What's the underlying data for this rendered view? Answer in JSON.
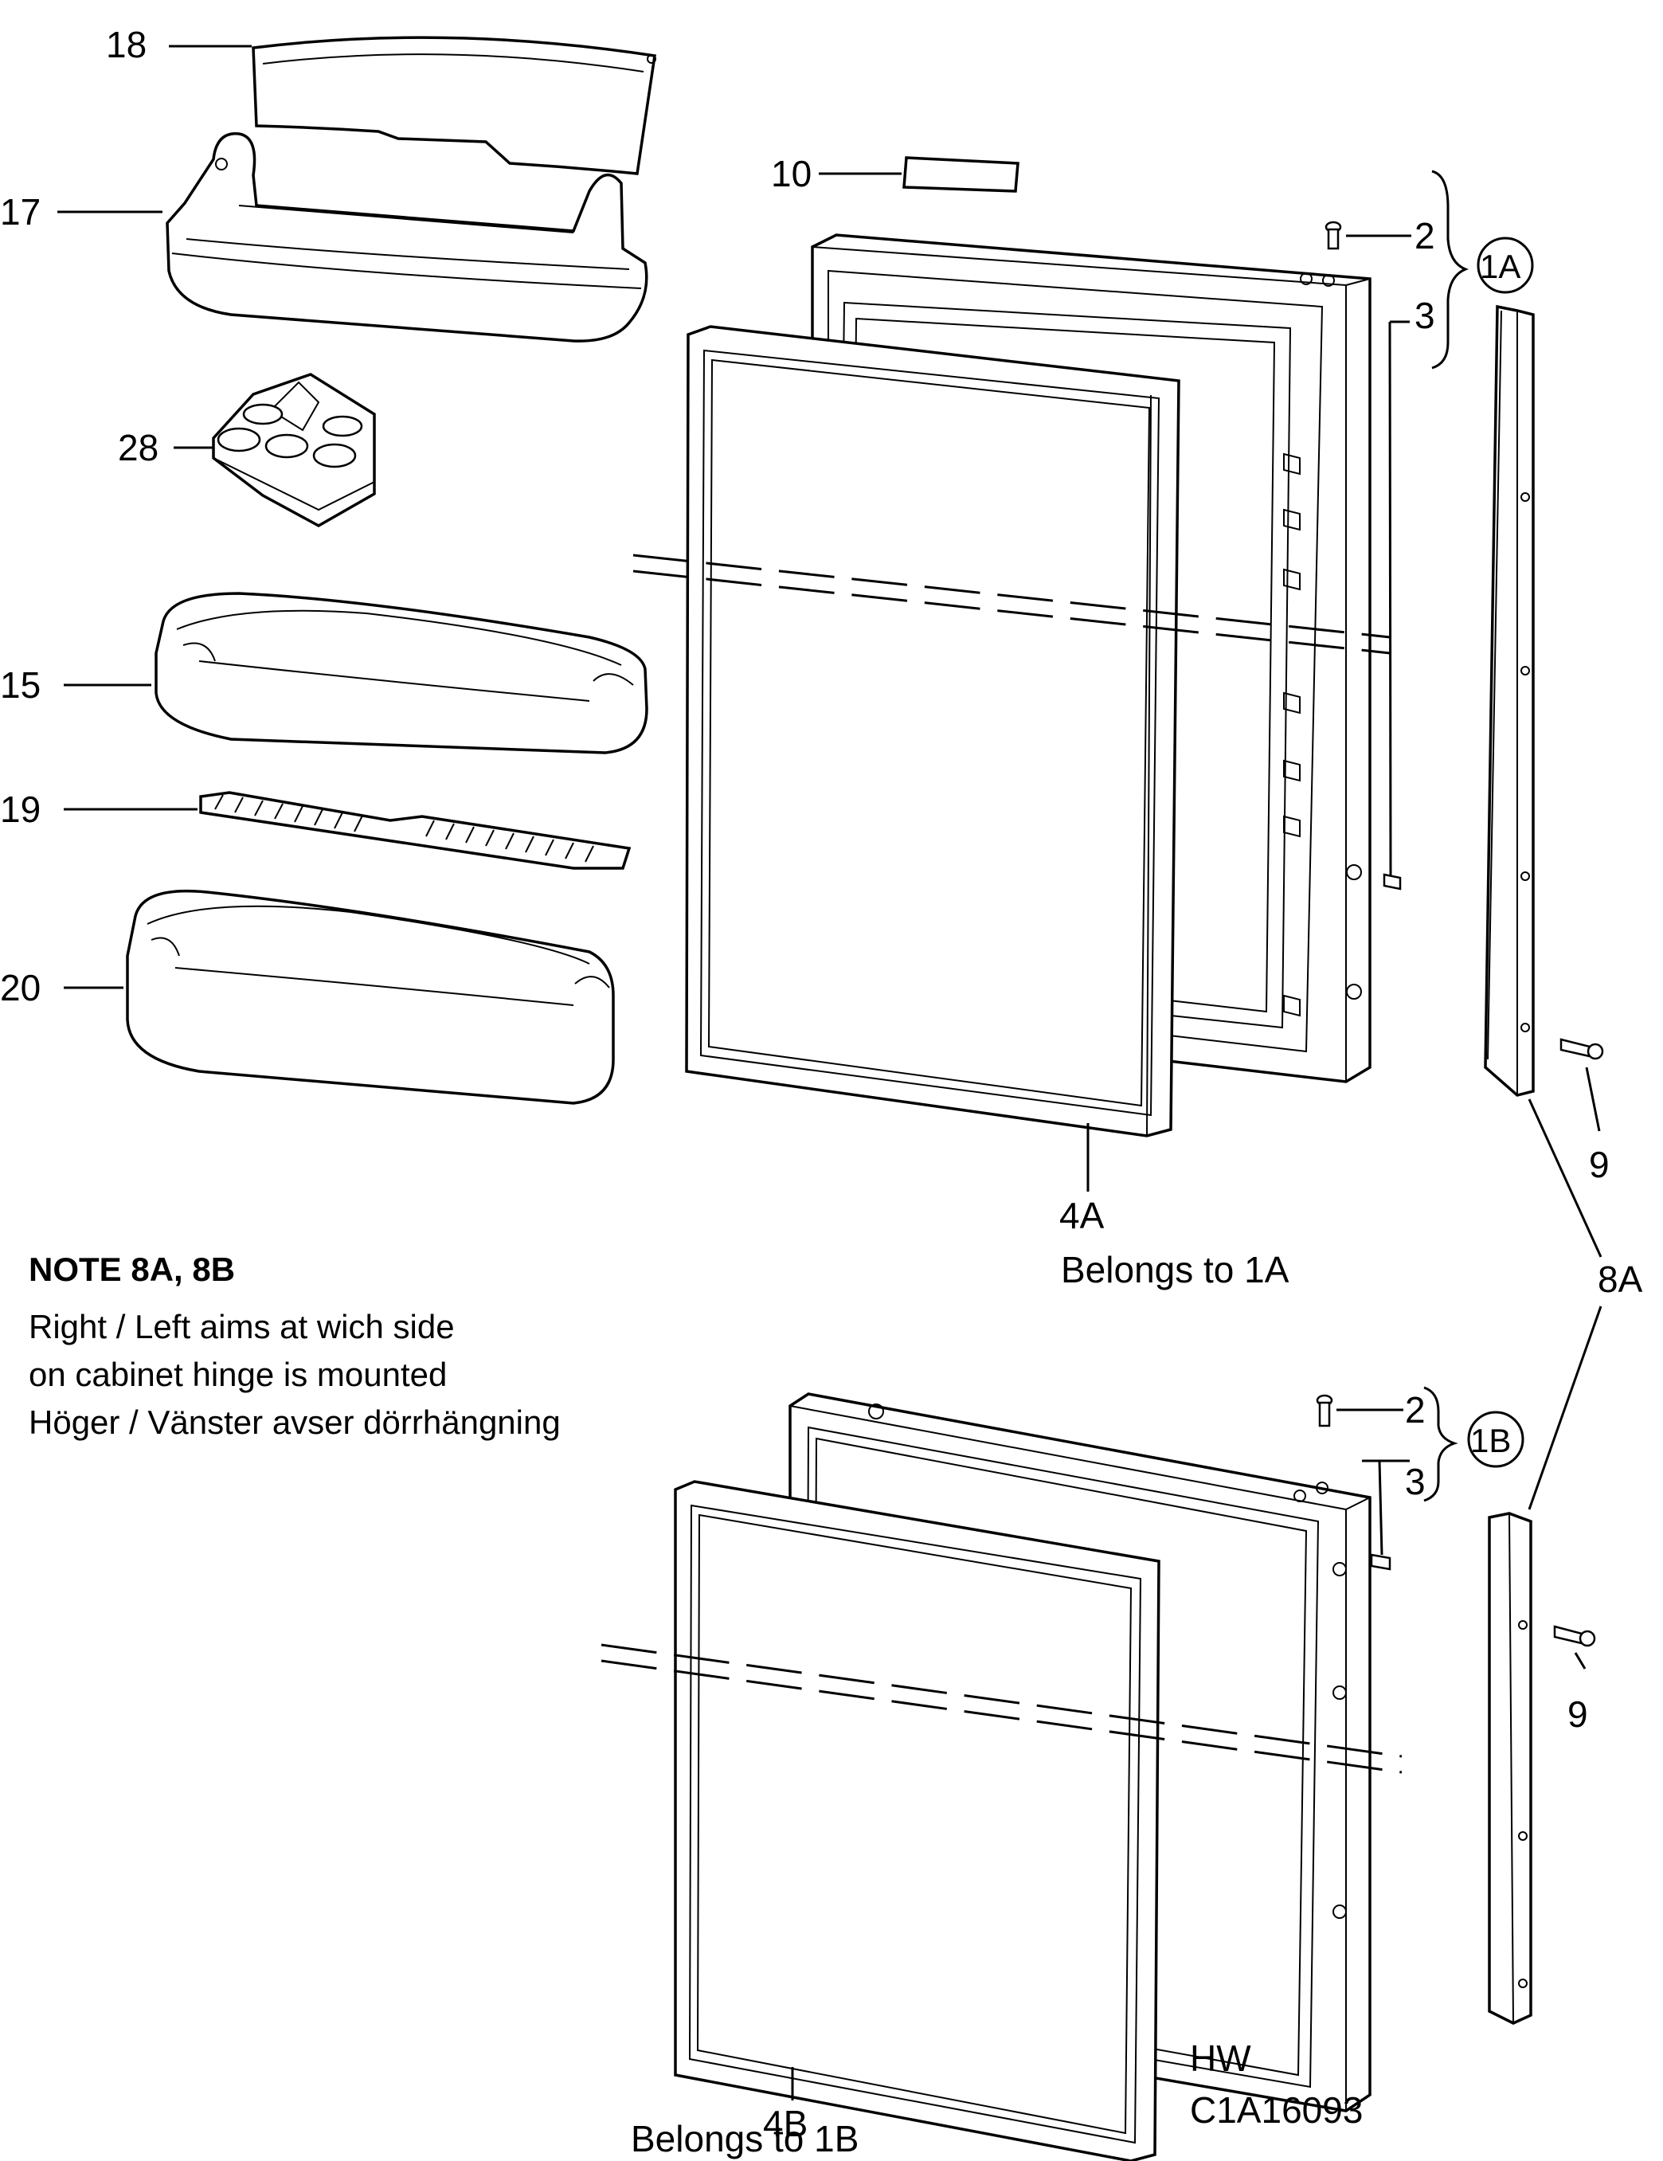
{
  "callouts": {
    "c18": "18",
    "c17": "17",
    "c28": "28",
    "c15": "15",
    "c19": "19",
    "c20": "20",
    "c10": "10",
    "c2a": "2",
    "c3a": "3",
    "c1a": "1A",
    "c9a": "9",
    "c4a": "4A",
    "c4a_note": "Belongs to 1A",
    "c8a": "8A",
    "c2b": "2",
    "c3b": "3",
    "c1b": "1B",
    "c9b": "9",
    "c4b": "4B",
    "c4b_note": "Belongs to 1B"
  },
  "note": {
    "title": "NOTE 8A, 8B",
    "line1": "Right / Left aims at wich side",
    "line2": "on cabinet hinge is mounted",
    "line3": "Höger / Vänster avser dörrhängning"
  },
  "drawing_code": {
    "line1": "HW",
    "line2": "C1A16093"
  }
}
